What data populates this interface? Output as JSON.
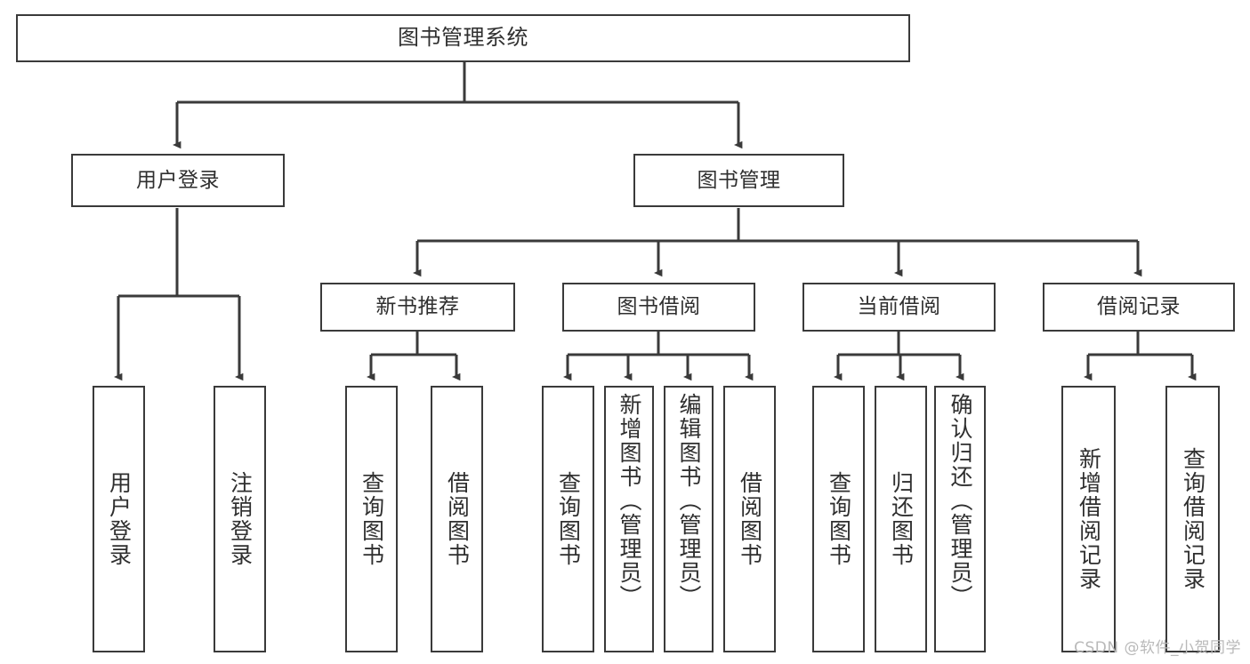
{
  "diagram": {
    "title": "图书管理系统",
    "type": "tree-hierarchy",
    "watermark": "CSDN @软件_小贺同学",
    "stroke_color": "#3a3a3a",
    "text_color": "#2f2f2f",
    "background": "#ffffff",
    "nodes": {
      "root": {
        "label": "图书管理系统"
      },
      "level2": [
        {
          "id": "user-login",
          "label": "用户登录"
        },
        {
          "id": "book-management",
          "label": "图书管理"
        }
      ],
      "level3": [
        {
          "id": "new-book-recommend",
          "label": "新书推荐"
        },
        {
          "id": "book-borrow",
          "label": "图书借阅"
        },
        {
          "id": "current-borrow",
          "label": "当前借阅"
        },
        {
          "id": "borrow-record",
          "label": "借阅记录"
        }
      ],
      "leaves": {
        "user-login": [
          {
            "id": "leaf-user-login",
            "label": "用户登录"
          },
          {
            "id": "leaf-logout-login",
            "label": "注销登录"
          }
        ],
        "new-book-recommend": [
          {
            "id": "leaf-query-book-1",
            "label": "查询图书"
          },
          {
            "id": "leaf-borrow-book-1",
            "label": "借阅图书"
          }
        ],
        "book-borrow": [
          {
            "id": "leaf-query-book-2",
            "label": "查询图书"
          },
          {
            "id": "leaf-add-book",
            "label": "新增图书（管理员）"
          },
          {
            "id": "leaf-edit-book",
            "label": "编辑图书（管理员）"
          },
          {
            "id": "leaf-borrow-book-2",
            "label": "借阅图书"
          }
        ],
        "current-borrow": [
          {
            "id": "leaf-query-book-3",
            "label": "查询图书"
          },
          {
            "id": "leaf-return-book",
            "label": "归还图书"
          },
          {
            "id": "leaf-confirm-return",
            "label": "确认归还（管理员）"
          }
        ],
        "borrow-record": [
          {
            "id": "leaf-add-record",
            "label": "新增借阅记录"
          },
          {
            "id": "leaf-query-record",
            "label": "查询借阅记录"
          }
        ]
      }
    }
  }
}
